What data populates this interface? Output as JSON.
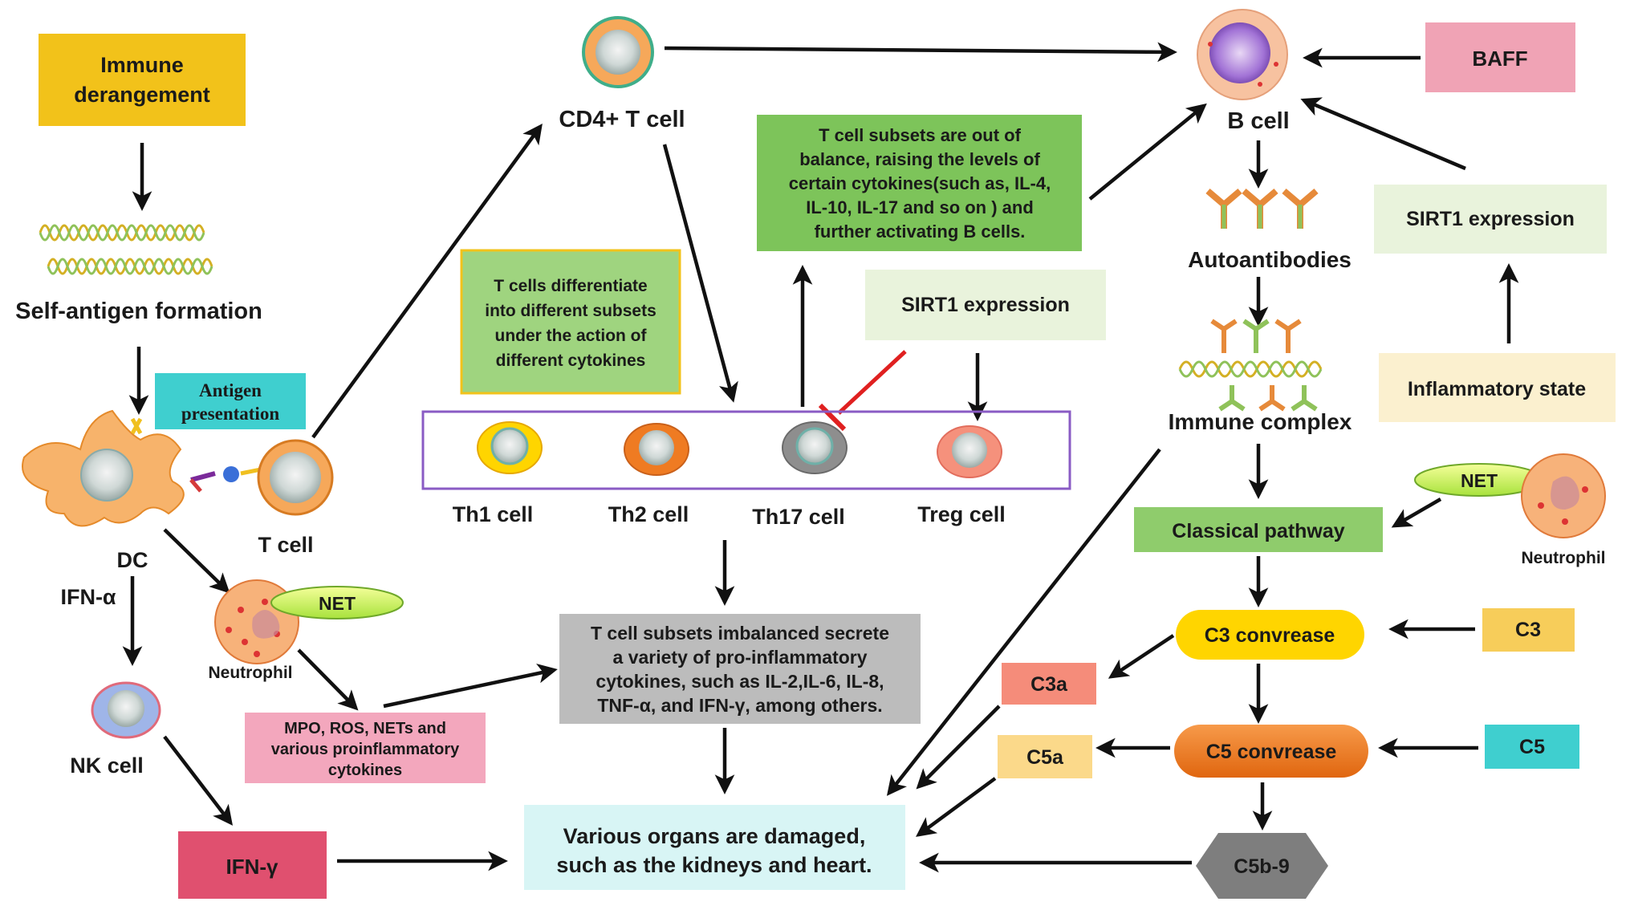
{
  "labels": {
    "immune_derangement": [
      "Immune",
      "derangement"
    ],
    "self_antigen": "Self-antigen formation",
    "antigen_presentation": [
      "Antigen",
      "presentation"
    ],
    "dc": "DC",
    "t_cell": "T cell",
    "ifn_alpha": "IFN-α",
    "nk_cell": "NK cell",
    "neutrophil_left": "Neutrophil",
    "net_left": "NET",
    "mpo_box": [
      "MPO, ROS, NETs and",
      "various proinflammatory",
      "cytokines"
    ],
    "ifn_gamma": "IFN-γ",
    "cd4_t_cell": "CD4+ T cell",
    "t_diff_box": [
      "T cells differentiate",
      "into different subsets",
      "under the action of",
      "different cytokines"
    ],
    "subsets_top_box": [
      "T cell subsets are out of",
      "balance, raising the levels of",
      "certain cytokines(such as, IL-4,",
      "IL-10, IL-17 and so on ) and",
      "further activating B cells."
    ],
    "sirt1_mid": "SIRT1 expression",
    "th1": "Th1 cell",
    "th2": "Th2 cell",
    "th17": "Th17 cell",
    "treg": "Treg cell",
    "secrete_box": [
      "T cell subsets imbalanced secrete",
      "a variety of pro-inflammatory",
      "cytokines, such as IL-2,IL-6, IL-8,",
      "TNF-α, and IFN-γ, among others."
    ],
    "organs_box": [
      "Various organs are damaged,",
      "such as the kidneys and heart."
    ],
    "b_cell": "B cell",
    "baff": "BAFF",
    "autoantibodies": "Autoantibodies",
    "sirt1_right": "SIRT1 expression",
    "inflammatory_state": "Inflammatory state",
    "immune_complex": "Immune complex",
    "net_right": "NET",
    "neutrophil_right": "Neutrophil",
    "classical_pathway": "Classical pathway",
    "c3_convrease": "C3 convrease",
    "c3": "C3",
    "c3a": "C3a",
    "c5_convrease": "C5 convrease",
    "c5": "C5",
    "c5a": "C5a",
    "c5b9": "C5b-9"
  },
  "colors": {
    "gold": "#f2c21a",
    "teal": "#3fcfcf",
    "pink": "#f3a7bd",
    "crimson": "#e0506f",
    "light_green": "#9fd47f",
    "mid_green": "#7dc45a",
    "pale_green": "#e9f3dc",
    "pale_yellow": "#fbf0cf",
    "gray": "#bcbcbc",
    "light_cyan": "#d8f5f5",
    "salmon": "#f58c7a",
    "orange": "#ef7b22",
    "yellow_oval": "#ffd500",
    "pale_orange": "#fbd98a",
    "hex_gray": "#7e7e7e",
    "inhibit_red": "#e02020",
    "subset_border": "#8a5bc4"
  }
}
